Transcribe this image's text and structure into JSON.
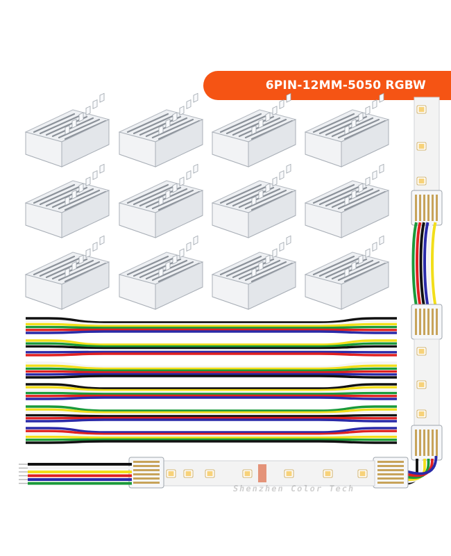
{
  "banner": {
    "title": "6PIN-12MM-5050 RGBW",
    "color": "#f55414"
  },
  "connectors": {
    "rows": 3,
    "cols": 4,
    "count": 12
  },
  "ribbon_cables": {
    "count": 6,
    "wire_colors": [
      "#111111",
      "#f4f4f4",
      "#f2de1a",
      "#1a9a3a",
      "#e02020",
      "#2a2aa8"
    ]
  },
  "strip": {
    "led_chip_color": "#f7d27a",
    "pcb_color": "#f3f3f3"
  },
  "watermark_text": "Shenzhen Color Tech",
  "colors": {
    "background": "#ffffff"
  }
}
